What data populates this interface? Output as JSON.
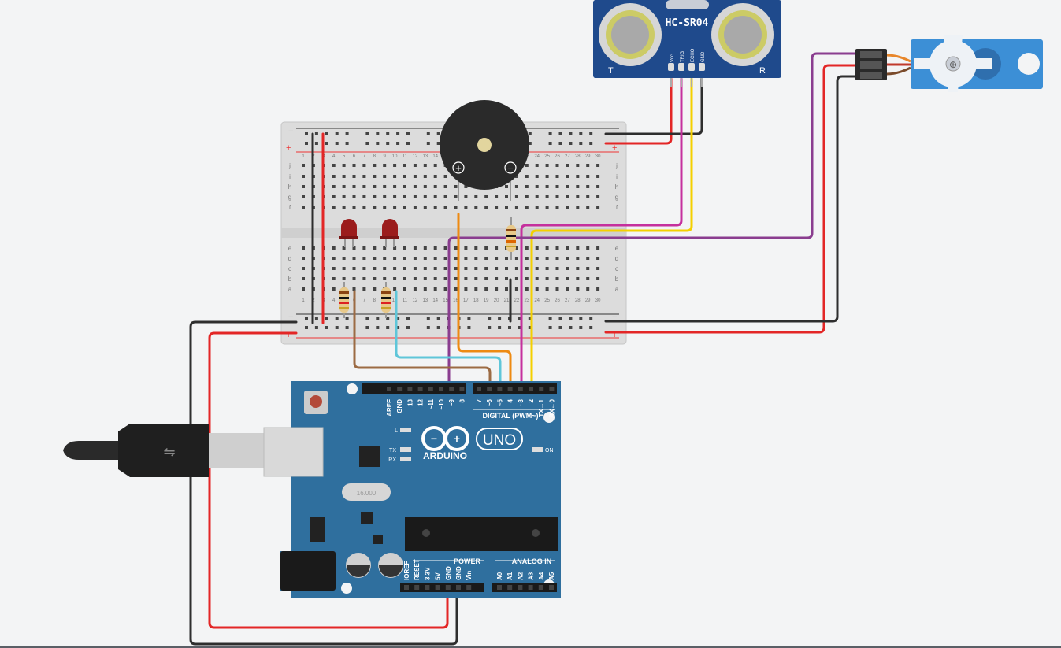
{
  "components": {
    "sensor": {
      "name": "HC-SR04",
      "pins": [
        "Vcc",
        "TRIG",
        "ECHO",
        "GND"
      ],
      "left_mark": "T",
      "right_mark": "R"
    },
    "arduino": {
      "brand": "ARDUINO",
      "model": "UNO",
      "digital_label": "DIGITAL (PWM~)",
      "power_label": "POWER",
      "analog_label": "ANALOG IN",
      "on_label": "ON",
      "led_labels": [
        "L",
        "TX",
        "RX"
      ],
      "top_pins_left": [
        "AREF",
        "GND",
        "13",
        "12",
        "~11",
        "~10",
        "~9",
        "8"
      ],
      "top_pins_right": [
        "7",
        "~6",
        "~5",
        "4",
        "~3",
        "2",
        "TX→1",
        "RX←0"
      ],
      "power_pins": [
        "IOREF",
        "RESET",
        "3.3V",
        "5V",
        "GND",
        "GND",
        "Vin"
      ],
      "analog_pins": [
        "A0",
        "A1",
        "A2",
        "A3",
        "A4",
        "A5"
      ],
      "crystal_label": "16.000"
    },
    "breadboard": {
      "rows_top": [
        "j",
        "i",
        "h",
        "g",
        "f"
      ],
      "rows_bottom": [
        "e",
        "d",
        "c",
        "b",
        "a"
      ],
      "columns": 30,
      "rail_minus": "−",
      "rail_plus": "+"
    },
    "buzzer": {
      "plus": "+",
      "minus": "−"
    }
  },
  "colors": {
    "background": "#f3f4f5",
    "wire_red": "#e32626",
    "wire_black": "#2e2e2e",
    "wire_purple": "#8a3d8f",
    "wire_orange": "#ee8a12",
    "wire_yellow": "#f4d000",
    "wire_magenta": "#c5309d",
    "wire_brown": "#9c6b44",
    "wire_cyan": "#5fc6d9",
    "arduino_blue": "#2f6f9e",
    "sensor_blue": "#1f4a8c",
    "servo_blue": "#3c8fd6"
  }
}
